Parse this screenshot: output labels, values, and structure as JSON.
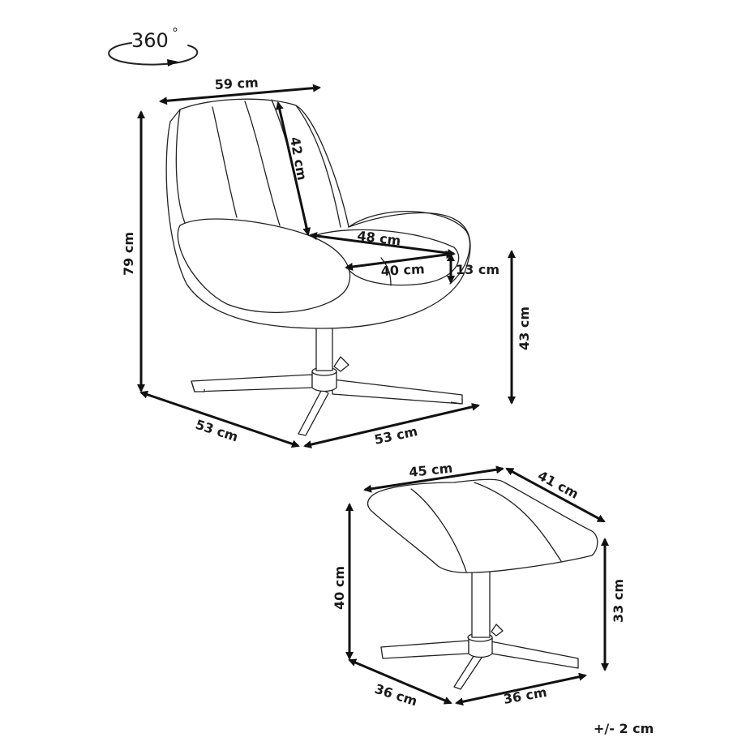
{
  "rotation": {
    "label": "360",
    "degree_symbol": "°",
    "icon": "rotate-360-icon"
  },
  "chair": {
    "dimensions": {
      "width": "59 cm",
      "backrest_height": "42 cm",
      "total_height": "79 cm",
      "seat_width": "48 cm",
      "seat_depth": "40 cm",
      "armrest_height": "13 cm",
      "seat_height": "43 cm",
      "base_depth": "53 cm",
      "base_width": "53 cm"
    }
  },
  "ottoman": {
    "dimensions": {
      "width": "45 cm",
      "depth": "41 cm",
      "total_height": "40 cm",
      "seat_height": "33 cm",
      "base_depth": "36 cm",
      "base_width": "36 cm"
    }
  },
  "tolerance": "+/- 2 cm",
  "colors": {
    "line": "#222222",
    "arrow": "#111111",
    "background": "#ffffff"
  }
}
